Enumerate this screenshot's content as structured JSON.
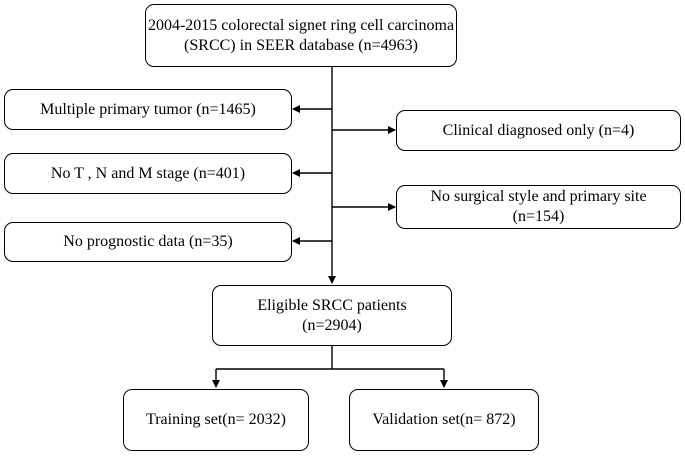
{
  "diagram": {
    "top_box": {
      "line1": "2004-2015 colorectal signet ring cell carcinoma",
      "line2": "(SRCC) in SEER database (n=4963)"
    },
    "exclusions_left": [
      {
        "label": "Multiple primary tumor (n=1465)"
      },
      {
        "label": "No T , N and M stage (n=401)"
      },
      {
        "label": "No prognostic data (n=35)"
      }
    ],
    "exclusions_right": [
      {
        "line1": "Clinical diagnosed only (n=4)",
        "line2": ""
      },
      {
        "line1": "No surgical style and primary site",
        "line2": "(n=154)"
      }
    ],
    "eligible_box": {
      "line1": "Eligible SRCC patients",
      "line2": "(n=2904)"
    },
    "training_box": {
      "label": "Training set(n= 2032)"
    },
    "validation_box": {
      "label": "Validation set(n= 872)"
    }
  }
}
